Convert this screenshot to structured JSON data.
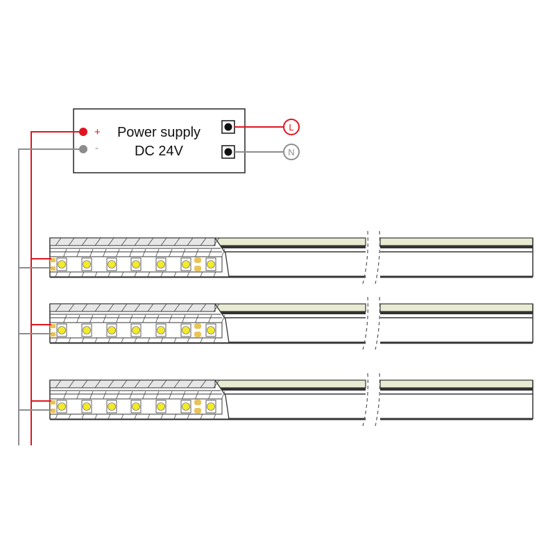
{
  "power_supply": {
    "title": "Power supply",
    "voltage": "DC 24V",
    "positive_label": "+",
    "negative_label": "-"
  },
  "mains": {
    "live_label": "L",
    "neutral_label": "N"
  },
  "strips": [
    {
      "name": "led-strip-1",
      "leds": 7
    },
    {
      "name": "led-strip-2",
      "leds": 7
    },
    {
      "name": "led-strip-3",
      "leds": 7
    }
  ],
  "colors": {
    "positive": "#e0141e",
    "negative": "#8c8c8c",
    "led": "#f2ea2a",
    "pad": "#e8c35a",
    "diffuser": "#e8ead2"
  }
}
